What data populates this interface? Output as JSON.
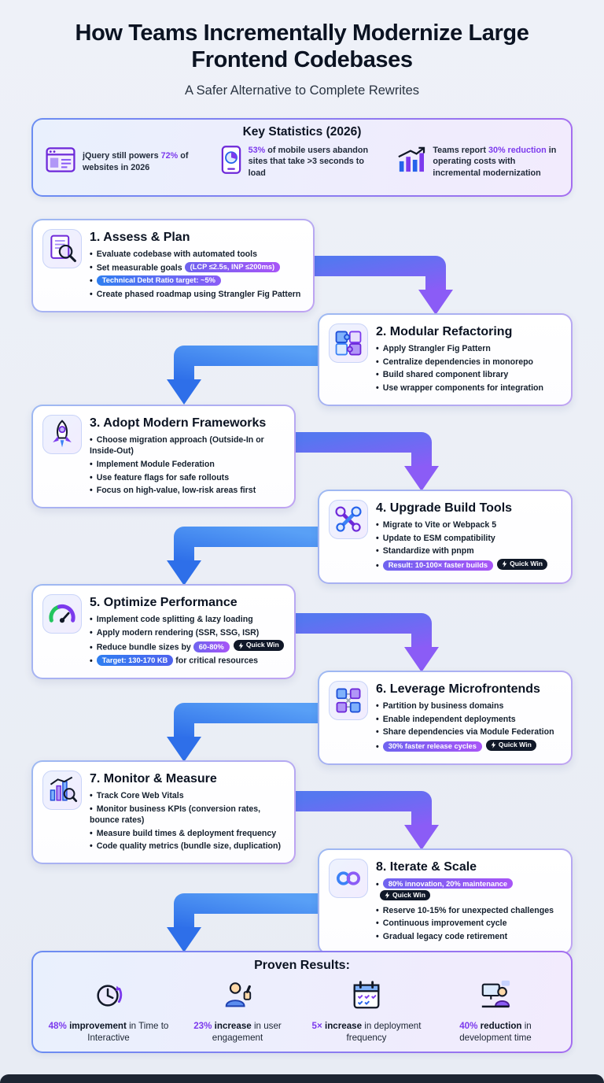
{
  "theme": {
    "accent_purple": "#7c3aed",
    "accent_blue": "#2f7ef0",
    "badge_dark": "#101828",
    "background": "#ecf0f6"
  },
  "page": {
    "title": "How Teams Incrementally Modernize Large Frontend Codebases",
    "subtitle": "A Safer Alternative to Complete Rewrites"
  },
  "key_stats": {
    "title": "Key Statistics (2026)",
    "items": [
      {
        "icon": "browser-icon",
        "pre": "jQuery still powers ",
        "highlight": "72%",
        "post": " of websites in 2026"
      },
      {
        "icon": "mobile-pie-icon",
        "highlight": "53%",
        "post": " of mobile users abandon sites that take >3 seconds to load"
      },
      {
        "icon": "bar-chart-icon",
        "pre": "Teams report ",
        "highlight": "30% reduction",
        "post": " in operating costs with incremental modernization"
      }
    ]
  },
  "quick_win_label": "Quick Win",
  "steps": [
    {
      "icon": "magnifier-document-icon",
      "title": "1. Assess & Plan",
      "bullets": [
        {
          "text": "Evaluate codebase with automated tools"
        },
        {
          "pre": "Set measurable goals ",
          "badge": "(LCP ≤2.5s, INP ≤200ms)"
        },
        {
          "badge": "Technical Debt Ratio target: ~5%"
        },
        {
          "text": "Create phased roadmap using Strangler Fig Pattern"
        }
      ]
    },
    {
      "icon": "puzzle-icon",
      "title": "2. Modular Refactoring",
      "bullets": [
        {
          "text": "Apply Strangler Fig Pattern"
        },
        {
          "text": "Centralize dependencies in monorepo"
        },
        {
          "text": "Build shared component library"
        },
        {
          "text": "Use wrapper components for integration"
        }
      ]
    },
    {
      "icon": "rocket-icon",
      "title": "3. Adopt Modern Frameworks",
      "bullets": [
        {
          "text": "Choose migration approach (Outside-In or Inside-Out)"
        },
        {
          "text": "Implement Module Federation"
        },
        {
          "text": "Use feature flags for safe rollouts"
        },
        {
          "text": "Focus on high-value, low-risk areas first"
        }
      ]
    },
    {
      "icon": "tools-icon",
      "title": "4. Upgrade Build Tools",
      "bullets": [
        {
          "text": "Migrate to Vite or Webpack 5"
        },
        {
          "text": "Update to ESM compatibility"
        },
        {
          "text": "Standardize with pnpm"
        },
        {
          "badge": "Result: 10-100× faster builds",
          "quickwin": true
        }
      ]
    },
    {
      "icon": "gauge-icon",
      "title": "5. Optimize Performance",
      "bullets": [
        {
          "text": "Implement code splitting & lazy loading"
        },
        {
          "text": "Apply modern rendering (SSR, SSG, ISR)"
        },
        {
          "pre": "Reduce bundle sizes by ",
          "badge": "60-80%",
          "quickwin": true
        },
        {
          "badge": "Target: 130-170 KB",
          "post": " for critical resources"
        }
      ]
    },
    {
      "icon": "microfrontends-icon",
      "title": "6. Leverage Microfrontends",
      "bullets": [
        {
          "text": "Partition by business domains"
        },
        {
          "text": "Enable independent deployments"
        },
        {
          "text": "Share dependencies via Module Federation"
        },
        {
          "badge": "30% faster release cycles",
          "quickwin": true
        }
      ]
    },
    {
      "icon": "chart-magnifier-icon",
      "title": "7. Monitor & Measure",
      "bullets": [
        {
          "text": "Track Core Web Vitals"
        },
        {
          "text": "Monitor business KPIs (conversion rates, bounce rates)"
        },
        {
          "text": "Measure build times & deployment frequency"
        },
        {
          "text": "Code quality metrics (bundle size, duplication)"
        }
      ]
    },
    {
      "icon": "infinity-icon",
      "title": "8. Iterate & Scale",
      "bullets": [
        {
          "badge": "80% innovation, 20% maintenance",
          "quickwin": true
        },
        {
          "text": "Reserve 10-15% for unexpected challenges"
        },
        {
          "text": "Continuous improvement cycle"
        },
        {
          "text": "Gradual legacy code retirement"
        }
      ]
    }
  ],
  "results": {
    "title": "Proven Results:",
    "items": [
      {
        "icon": "clock-refresh-icon",
        "highlight": "48%",
        "strong": "improvement",
        "rest": "in Time to Interactive"
      },
      {
        "icon": "person-thumbs-up-icon",
        "highlight": "23%",
        "strong": "increase",
        "rest": "in user engagement"
      },
      {
        "icon": "calendar-icon",
        "highlight": "5×",
        "strong": "increase",
        "rest": "in deployment frequency"
      },
      {
        "icon": "developer-desk-icon",
        "highlight": "40%",
        "strong": "reduction",
        "rest": "in development time"
      }
    ]
  }
}
